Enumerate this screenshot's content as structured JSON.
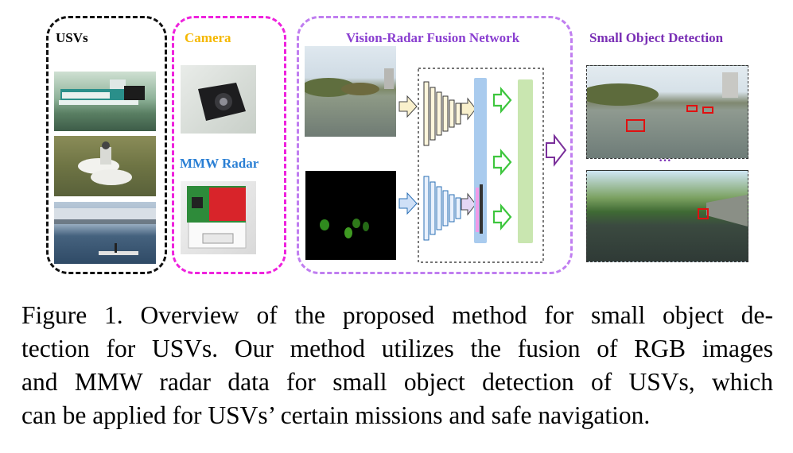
{
  "panels": {
    "usvs": {
      "label": "USVs",
      "border_color": "#111111",
      "label_color": "#000000"
    },
    "camera": {
      "label": "Camera",
      "border_color": "#ee22dd",
      "label_color": "#f5b800"
    },
    "radar": {
      "label": "MMW Radar",
      "label_color": "#2a7fd4"
    },
    "fusion": {
      "label": "Vision-Radar Fusion Network",
      "border_color": "#c07ef0",
      "label_color": "#8a3fd0"
    },
    "detection": {
      "label": "Small Object Detection",
      "label_color": "#7a2fb5",
      "ellipsis": "···"
    }
  },
  "colors": {
    "encoder_rgb": "#fdf6dc",
    "encoder_radar": "#eaf1fc",
    "arrow_rgb": "#f9f0cc",
    "arrow_radar": "#cfe0f7",
    "fusion_bar": "#a9cbee",
    "neck_bar": "#c9e6b0",
    "green_arrow": "#3ec63e",
    "purple_arrow": "#7a2f9a",
    "detection_box": "#e01010"
  },
  "caption": {
    "line1": "Figure 1. Overview of the proposed method for small object de-",
    "line2": "tection for USVs. Our method utilizes the fusion of RGB images",
    "line3": "and MMW radar data for small object detection of USVs, which",
    "line4": "can be applied for USVs’ certain missions and safe navigation."
  }
}
